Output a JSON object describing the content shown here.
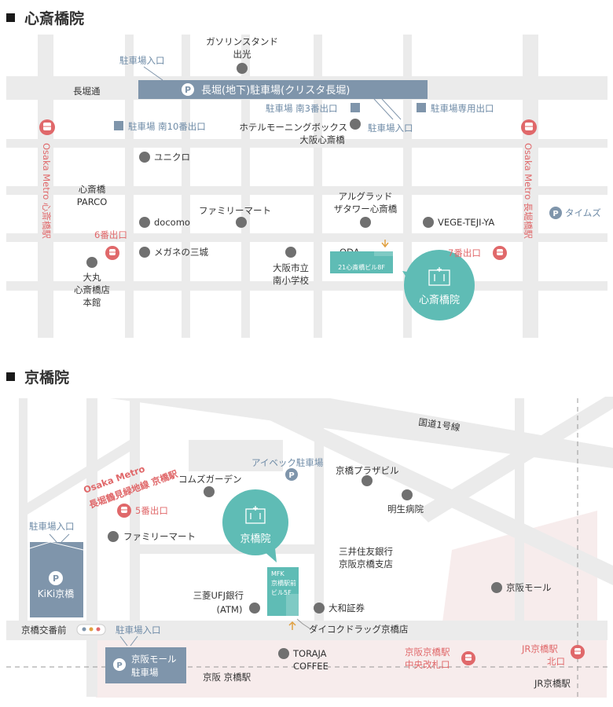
{
  "s1": {
    "title": "心斎橋院",
    "street": "長堀通",
    "parking_main": "長堀(地下)駐車場(クリスタ長堀)",
    "parking_entrance": "駐車場入口",
    "gas_l1": "ガソリンスタンド",
    "gas_l2": "出光",
    "south3": "駐車場 南3番出口",
    "only_exit": "駐車場専用出口",
    "entrance2": "駐車場入口",
    "south10": "駐車場 南10番出口",
    "hotel_l1": "ホテルモーニングボックス",
    "hotel_l2": "大阪心斎橋",
    "uniqlo": "ユニクロ",
    "parco_l1": "心斎橋",
    "parco_l2": "PARCO",
    "familymart": "ファミリーマート",
    "algrad_l1": "アルグラッド",
    "algrad_l2": "ザタワー心斎橋",
    "docomo": "docomo",
    "vege": "VEGE-TEJI-YA",
    "times": "タイムズ",
    "exit6": "6番出口",
    "exit7": "7番出口",
    "megane": "メガネの三城",
    "oda": "ODA",
    "building": "21心斎橋ビル8F",
    "daimaru_l1": "大丸",
    "daimaru_l2": "心斎橋店",
    "daimaru_l3": "本館",
    "school_l1": "大阪市立",
    "school_l2": "南小学校",
    "clinic": "心斎橋院",
    "metro_left": "Osaka Metro 心斎橋駅",
    "metro_right": "Osaka Metro 長堀橋駅"
  },
  "s2": {
    "title": "京橋院",
    "route1": "国道1号線",
    "ibec": "アイベック駐車場",
    "plaza": "京橋プラザビル",
    "comz": "コムズガーデン",
    "meisei": "明生病院",
    "metro_l1": "Osaka Metro",
    "metro_l2": "長堀鶴見緑地線 京橋駅",
    "exit5": "5番出口",
    "parking_entrance": "駐車場入口",
    "familymart": "ファミリーマート",
    "clinic": "京橋院",
    "smbc_l1": "三井住友銀行",
    "smbc_l2": "京阪京橋支店",
    "mfk_l1": "MFK",
    "mfk_l2": "京橋駅前",
    "mfk_l3": "ビル5F",
    "keihan_mall": "京阪モール",
    "kiki": "KiKi京橋",
    "ufj_l1": "三菱UFJ銀行",
    "ufj_l2": "(ATM)",
    "daiwa": "大和証券",
    "koban": "京橋交番前",
    "parking_entrance2": "駐車場入口",
    "daikoku": "ダイコクドラッグ京橋店",
    "keihan_parking_l1": "京阪モール",
    "keihan_parking_l2": "駐車場",
    "toraja_l1": "TORAJA",
    "toraja_l2": "COFFEE",
    "keihan_station": "京阪 京橋駅",
    "central_l1": "京阪京橋駅",
    "central_l2": "中央改札口",
    "jr_north_l1": "JR京橋駅",
    "jr_north_l2": "北口",
    "jr_station": "JR京橋駅"
  },
  "colors": {
    "road": "#ebebeb",
    "pin": "#707070",
    "parking_blue": "#7f95ab",
    "clinic_teal": "#5fbcb5",
    "metro_red": "#e0686a",
    "orange": "#e0a040",
    "station_pink": "#f7ecec"
  }
}
